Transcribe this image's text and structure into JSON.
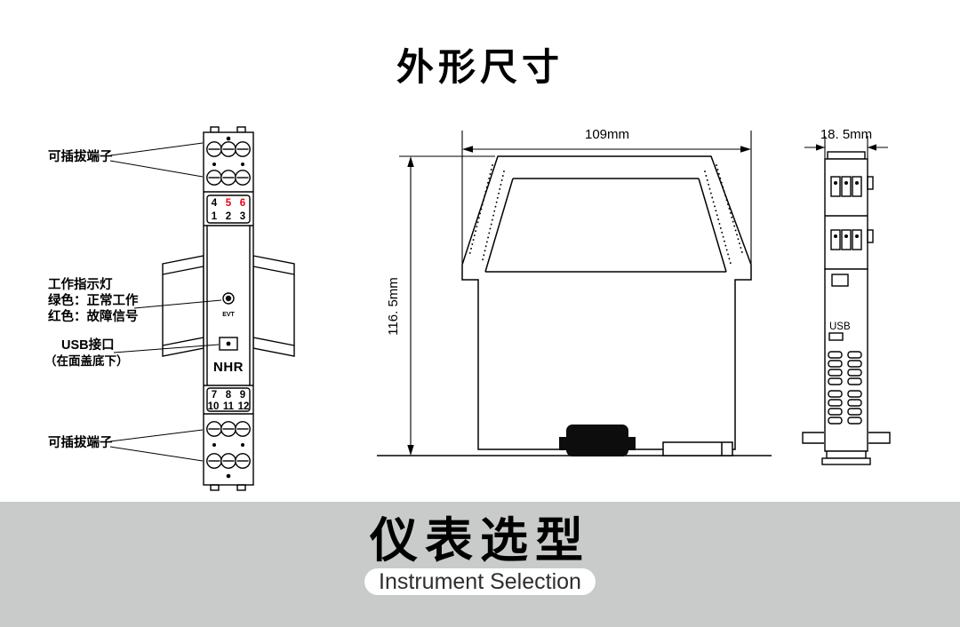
{
  "page": {
    "title": "外形尺寸"
  },
  "front_view": {
    "label_top_terminal": "可插拔端子",
    "label_indicator_1": "工作指示灯",
    "label_indicator_2": "绿色：正常工作",
    "label_indicator_3": "红色：故障信号",
    "label_usb_1": "USB接口",
    "label_usb_2": "（在面盖底下）",
    "label_bottom_terminal": "可插拔端子",
    "evt_label": "EVT",
    "brand": "NHR",
    "terminals": {
      "top_row1": [
        "4",
        "5",
        "6"
      ],
      "top_row2": [
        "1",
        "2",
        "3"
      ],
      "bottom_row1": [
        "7",
        "8",
        "9"
      ],
      "bottom_row2": [
        "10",
        "11",
        "12"
      ]
    }
  },
  "side_view": {
    "width_dim": "109mm",
    "height_dim": "116. 5mm"
  },
  "end_view": {
    "width_dim": "18. 5mm",
    "usb_label": "USB"
  },
  "banner": {
    "title": "仪表选型",
    "subtitle": "Instrument Selection"
  },
  "colors": {
    "terminal_red": "#e60012",
    "banner_bg": "#c9caca",
    "line": "#000000"
  }
}
